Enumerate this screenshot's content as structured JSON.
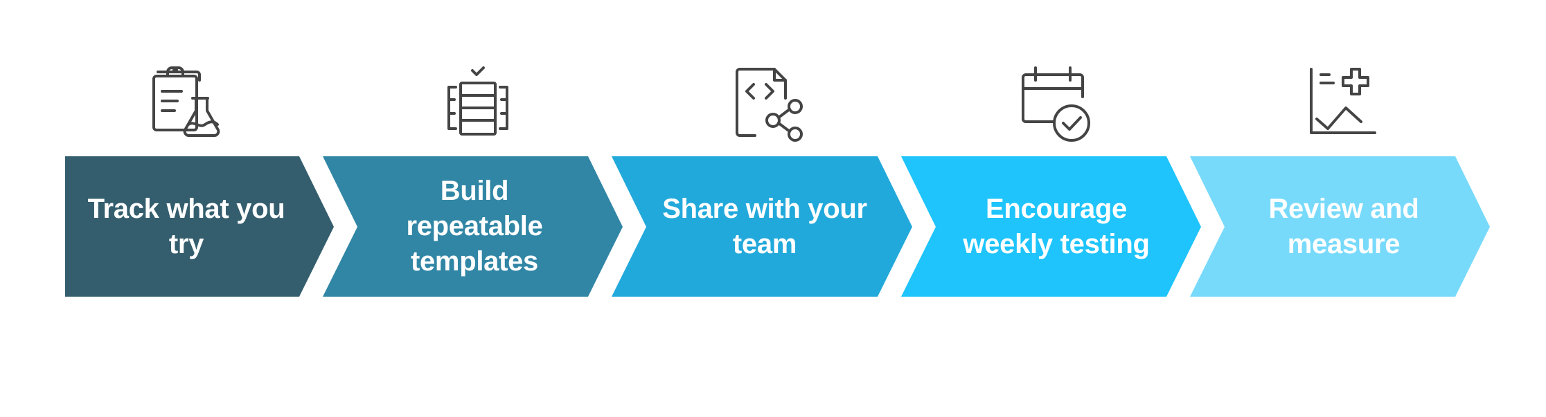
{
  "process": {
    "steps": [
      {
        "label": "Track what you try",
        "icon": "clipboard-flask-icon",
        "color": "#345E6E"
      },
      {
        "label": "Build repeatable templates",
        "icon": "stacked-template-icon",
        "color": "#3186A5"
      },
      {
        "label": "Share with your team",
        "icon": "code-file-share-icon",
        "color": "#22A9DB"
      },
      {
        "label": "Encourage weekly testing",
        "icon": "calendar-check-icon",
        "color": "#1EC4FB"
      },
      {
        "label": "Review and measure",
        "icon": "chart-plus-icon",
        "color": "#78DAFB"
      }
    ]
  }
}
